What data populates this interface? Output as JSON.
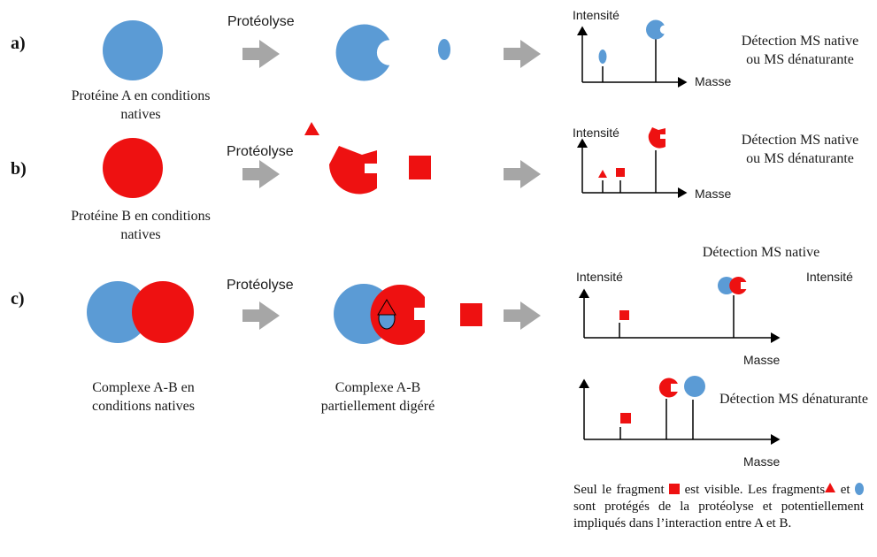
{
  "colors": {
    "blue": "#5b9bd5",
    "red": "#ee1111",
    "arrow": "#a6a6a6",
    "axis": "#000000"
  },
  "rows": {
    "a": {
      "label": "a)",
      "caption_line1": "Protéine A en conditions",
      "caption_line2": "natives",
      "proteolysis": "Protéolyse",
      "y_axis": "Intensité",
      "x_axis": "Masse",
      "detection_line1": "Détection MS native",
      "detection_line2": "ou MS dénaturante"
    },
    "b": {
      "label": "b)",
      "caption_line1": "Protéine B en conditions",
      "caption_line2": "natives",
      "proteolysis": "Protéolyse",
      "y_axis": "Intensité",
      "x_axis": "Masse",
      "detection_line1": "Détection MS native",
      "detection_line2": "ou MS dénaturante"
    },
    "c": {
      "label": "c)",
      "caption_line1": "Complexe A-B en",
      "caption_line2": "conditions natives",
      "proteolysis": "Protéolyse",
      "digested_line1": "Complexe A-B",
      "digested_line2": "partiellement digéré",
      "native": {
        "title": "Détection MS native",
        "y_axis": "Intensité",
        "x_axis": "Masse",
        "extra_label": "Intensité"
      },
      "denaturing": {
        "title": "Détection MS dénaturante",
        "x_axis": "Masse"
      }
    }
  },
  "note": {
    "part1": "Seul le fragment",
    "part2": "est visible. Les fragments",
    "part3": "et",
    "part4": "sont protégés de la protéolyse et potentiellement impliqués dans l’interaction entre A et B."
  }
}
